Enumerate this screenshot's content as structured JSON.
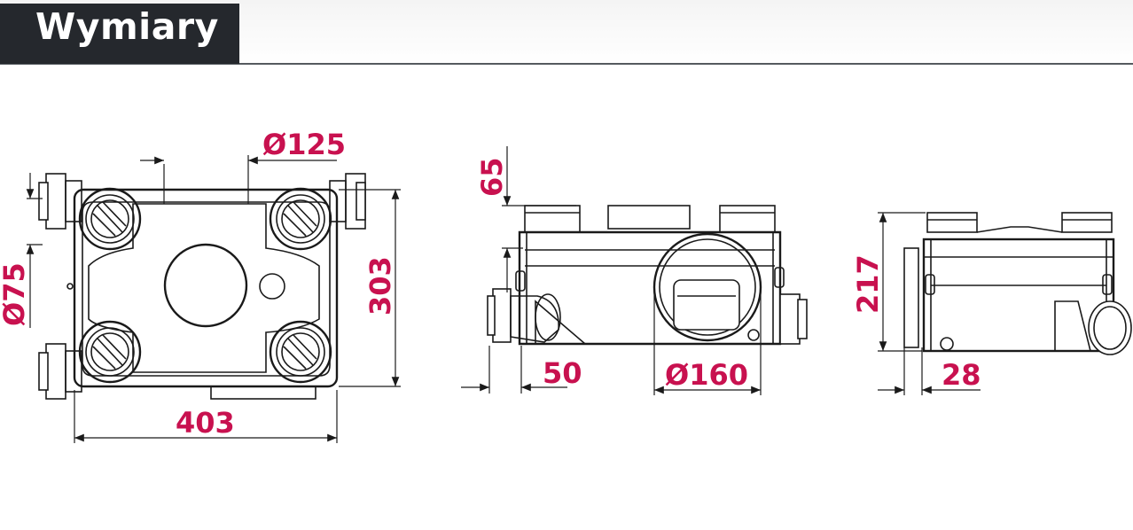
{
  "header": {
    "title": "Wymiary"
  },
  "colors": {
    "accent": "#c8114f",
    "header_bg": "#25282d",
    "line": "#1a1a1a"
  },
  "views": {
    "top": {
      "d_port_large": "Ø125",
      "d_port_small": "Ø75",
      "depth": "303",
      "width": "403"
    },
    "front": {
      "collar_height": "65",
      "spigot_offset": "50",
      "d_main_port": "Ø160"
    },
    "side": {
      "height": "217",
      "offset": "28"
    }
  }
}
